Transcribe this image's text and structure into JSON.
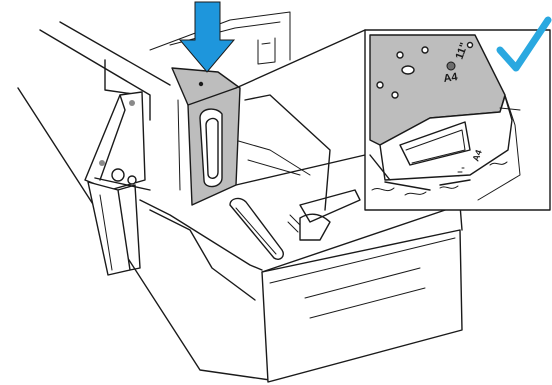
{
  "figure": {
    "labels": {
      "paper_size_a4": "A4",
      "paper_size_11": "11\"",
      "inset_size_a4": "A4"
    },
    "colors": {
      "arrow": "#1e96dc",
      "check": "#2aa8e0",
      "guide_fill": "#bdbdbd",
      "line": "#1a1a1a"
    },
    "icons": {
      "arrow": "down-arrow-icon",
      "check": "checkmark-icon"
    }
  }
}
